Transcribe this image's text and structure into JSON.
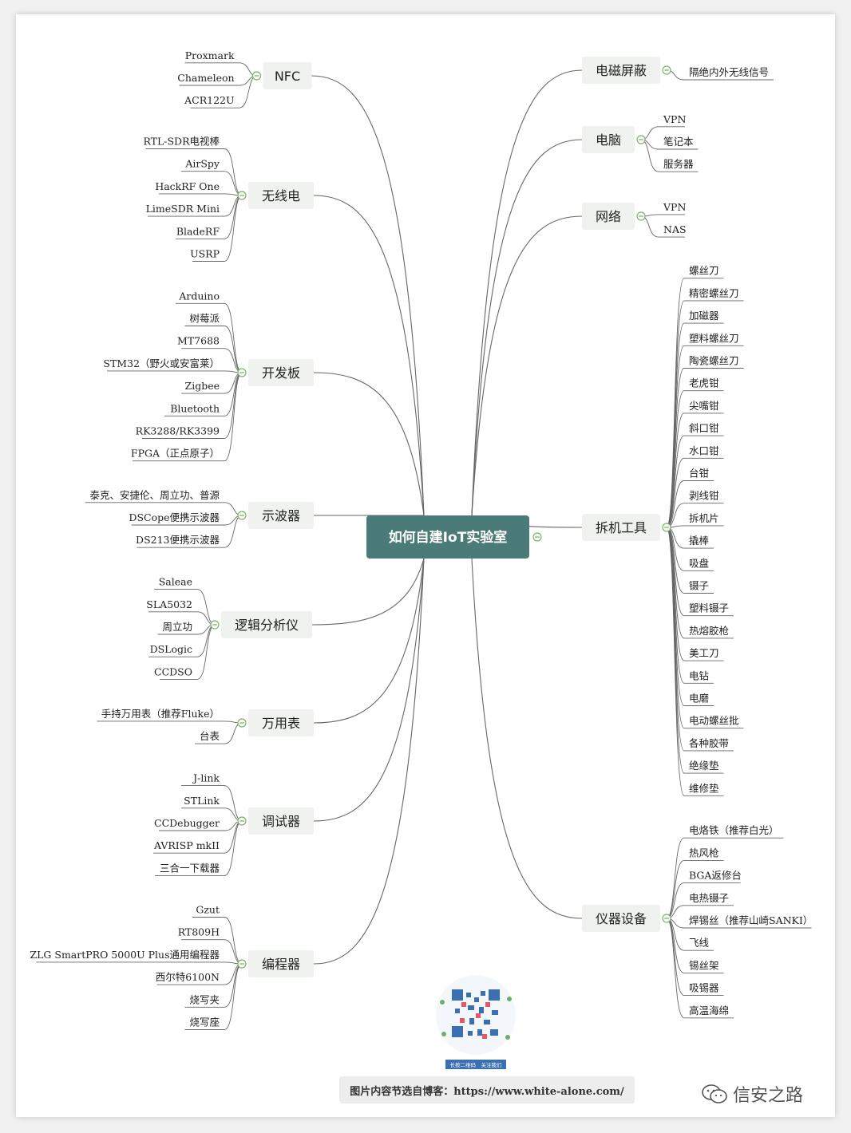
{
  "root": {
    "label": "如何自建IoT实验室"
  },
  "colors": {
    "root_bg": "#4a7b78",
    "branch_bg": "#f0f2ef",
    "line": "#666666",
    "collapse": "#7fb26a"
  },
  "left": [
    {
      "label": "NFC",
      "children": [
        "Proxmark",
        "Chameleon",
        "ACR122U"
      ]
    },
    {
      "label": "无线电",
      "children": [
        "RTL-SDR电视棒",
        "AirSpy",
        "HackRF One",
        "LimeSDR Mini",
        "BladeRF",
        "USRP"
      ]
    },
    {
      "label": "开发板",
      "children": [
        "Arduino",
        "树莓派",
        "MT7688",
        "STM32（野火或安富莱）",
        "Zigbee",
        "Bluetooth",
        "RK3288/RK3399",
        "FPGA（正点原子）"
      ]
    },
    {
      "label": "示波器",
      "children": [
        "泰克、安捷伦、周立功、普源",
        "DSCope便携示波器",
        "DS213便携示波器"
      ]
    },
    {
      "label": "逻辑分析仪",
      "children": [
        "Saleae",
        "SLA5032",
        "周立功",
        "DSLogic",
        "CCDSO"
      ]
    },
    {
      "label": "万用表",
      "children": [
        "手持万用表（推荐Fluke）",
        "台表"
      ]
    },
    {
      "label": "调试器",
      "children": [
        "J-link",
        "STLink",
        "CCDebugger",
        "AVRISP mkII",
        "三合一下载器"
      ]
    },
    {
      "label": "编程器",
      "children": [
        "Gzut",
        "RT809H",
        "ZLG SmartPRO 5000U Plus通用编程器",
        "西尔特6100N",
        "烧写夹",
        "烧写座"
      ]
    }
  ],
  "right": [
    {
      "label": "电磁屏蔽",
      "children": [
        "隔绝内外无线信号"
      ]
    },
    {
      "label": "电脑",
      "children": [
        "VPN",
        "笔记本",
        "服务器"
      ]
    },
    {
      "label": "网络",
      "children": [
        "VPN",
        "NAS"
      ]
    },
    {
      "label": "拆机工具",
      "children": [
        "螺丝刀",
        "精密螺丝刀",
        "加磁器",
        "塑料螺丝刀",
        "陶瓷螺丝刀",
        "老虎钳",
        "尖嘴钳",
        "斜口钳",
        "水口钳",
        "台钳",
        "剥线钳",
        "拆机片",
        "撬棒",
        "吸盘",
        "镊子",
        "塑料镊子",
        "热熔胶枪",
        "美工刀",
        "电钻",
        "电磨",
        "电动螺丝批",
        "各种胶带",
        "绝缘垫",
        "维修垫"
      ]
    },
    {
      "label": "仪器设备",
      "children": [
        "电烙铁（推荐白光）",
        "热风枪",
        "BGA返修台",
        "电热镊子",
        "焊锡丝（推荐山崎SANKI）",
        "飞线",
        "锡丝架",
        "吸锡器",
        "高温海绵"
      ]
    }
  ],
  "qr": {
    "caption": "长按二维码　关注我们"
  },
  "footer": {
    "text": "图片内容节选自博客：https://www.white-alone.com/"
  },
  "watermark": {
    "text": "信安之路",
    "icon": "wechat-icon"
  }
}
